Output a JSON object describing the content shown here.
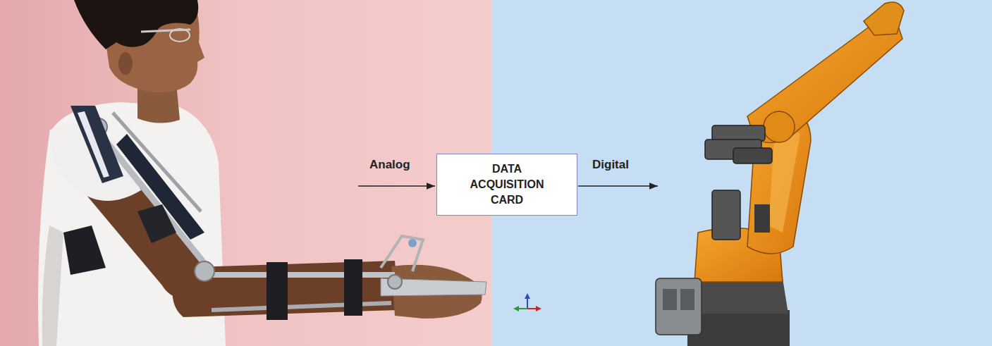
{
  "diagram": {
    "nodes": [
      {
        "text": [
          "DATA ACQUISITION CARD"
        ]
      }
    ],
    "labels": [
      "Analog",
      "Digital"
    ]
  }
}
